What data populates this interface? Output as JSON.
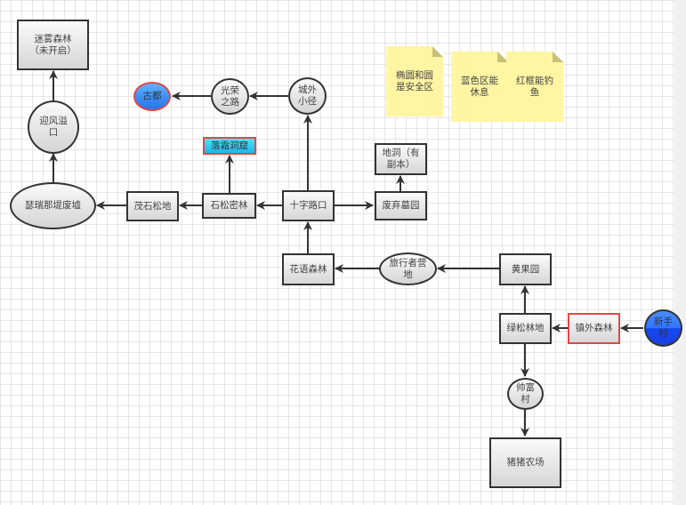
{
  "diagram": {
    "title": "",
    "nodes": {
      "mist_forest": {
        "label": "迷雾森林\n（未开启）",
        "shape": "rectangle"
      },
      "wind_pass": {
        "label": "迎风溢\n口",
        "shape": "circle"
      },
      "ruins": {
        "label": "瑟瑞那堤废墟",
        "shape": "ellipse"
      },
      "lush_pine": {
        "label": "茂石松地",
        "shape": "rectangle"
      },
      "stone_pine_forest": {
        "label": "石松密林",
        "shape": "rectangle"
      },
      "frost_cave": {
        "label": "落霜洞窟",
        "shape": "rectangle",
        "fill": "cyan",
        "border": "red"
      },
      "crossroads": {
        "label": "十字路口",
        "shape": "rectangle"
      },
      "graveyard": {
        "label": "废弃墓园",
        "shape": "rectangle"
      },
      "cave": {
        "label": "地洞（有\n副本）",
        "shape": "rectangle"
      },
      "ancient_city": {
        "label": "古都",
        "shape": "ellipse",
        "fill": "blue",
        "border": "red"
      },
      "glory_road": {
        "label": "光荣\n之路",
        "shape": "ellipse"
      },
      "outskirts_path": {
        "label": "城外\n小径",
        "shape": "ellipse"
      },
      "flower_forest": {
        "label": "花语森林",
        "shape": "rectangle"
      },
      "traveler_camp": {
        "label": "旅行者营\n地",
        "shape": "ellipse"
      },
      "orchard": {
        "label": "黄果园",
        "shape": "rectangle"
      },
      "green_pine": {
        "label": "绿松林地",
        "shape": "rectangle"
      },
      "outer_forest": {
        "label": "镇外森林",
        "shape": "rectangle",
        "border": "red"
      },
      "novice_village": {
        "label": "新手\n村",
        "shape": "circle",
        "fill": "blue"
      },
      "shuaifu_village": {
        "label": "帅富\n村",
        "shape": "ellipse"
      },
      "pig_farm": {
        "label": "猪猪农场",
        "shape": "rectangle"
      }
    },
    "edges": [
      {
        "from": "novice_village",
        "to": "outer_forest"
      },
      {
        "from": "outer_forest",
        "to": "green_pine"
      },
      {
        "from": "green_pine",
        "to": "orchard"
      },
      {
        "from": "green_pine",
        "to": "shuaifu_village"
      },
      {
        "from": "shuaifu_village",
        "to": "pig_farm"
      },
      {
        "from": "orchard",
        "to": "traveler_camp"
      },
      {
        "from": "traveler_camp",
        "to": "flower_forest"
      },
      {
        "from": "flower_forest",
        "to": "crossroads"
      },
      {
        "from": "crossroads",
        "to": "graveyard"
      },
      {
        "from": "graveyard",
        "to": "cave"
      },
      {
        "from": "crossroads",
        "to": "outskirts_path"
      },
      {
        "from": "outskirts_path",
        "to": "glory_road"
      },
      {
        "from": "glory_road",
        "to": "ancient_city"
      },
      {
        "from": "crossroads",
        "to": "stone_pine_forest"
      },
      {
        "from": "stone_pine_forest",
        "to": "frost_cave"
      },
      {
        "from": "stone_pine_forest",
        "to": "lush_pine"
      },
      {
        "from": "lush_pine",
        "to": "ruins"
      },
      {
        "from": "ruins",
        "to": "wind_pass"
      },
      {
        "from": "wind_pass",
        "to": "mist_forest"
      }
    ],
    "notes": [
      {
        "id": "note_safe",
        "text": "椭圆和圆\n是安全区"
      },
      {
        "id": "note_blue",
        "text": "蓝色区能\n休息"
      },
      {
        "id": "note_red",
        "text": "红框能钓\n鱼"
      }
    ],
    "colors": {
      "note_fill": "#fff5a3",
      "red_border": "#e04848",
      "cyan_fill": "#33ccf5",
      "blue_fill": "#3a8ef5",
      "dark_blue_fill": "#1a40e6",
      "edge": "#333333"
    }
  }
}
